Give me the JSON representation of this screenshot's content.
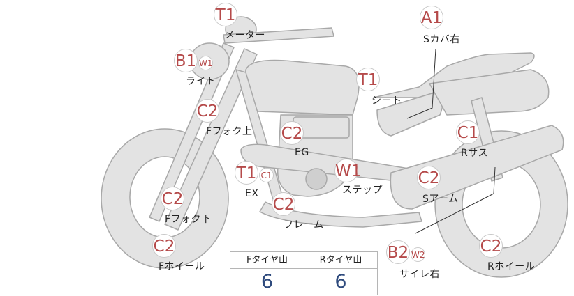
{
  "markers": [
    {
      "id": "meter",
      "rating": "T1",
      "label": "メーター"
    },
    {
      "id": "side-cover-right",
      "rating": "A1",
      "label": "Sカバ右"
    },
    {
      "id": "light",
      "rating": "B1",
      "sub": "W1",
      "label": "ライト"
    },
    {
      "id": "seat",
      "rating": "T1",
      "label": "シート"
    },
    {
      "id": "front-fork-upper",
      "rating": "C2",
      "label": "Fフォク上"
    },
    {
      "id": "engine",
      "rating": "C2",
      "label": "EG"
    },
    {
      "id": "rear-suspension",
      "rating": "C1",
      "label": "Rサス"
    },
    {
      "id": "exhaust",
      "rating": "T1",
      "sub": "C1",
      "label": "EX"
    },
    {
      "id": "step",
      "rating": "W1",
      "label": "ステップ"
    },
    {
      "id": "swing-arm",
      "rating": "C2",
      "label": "Sアーム"
    },
    {
      "id": "front-fork-lower",
      "rating": "C2",
      "label": "Fフォク下"
    },
    {
      "id": "frame",
      "rating": "C2",
      "label": "フレーム"
    },
    {
      "id": "mirror-right",
      "rating": "B2",
      "sub": "W2",
      "label": "サイレ右"
    },
    {
      "id": "front-wheel",
      "rating": "C2",
      "label": "Fホイール"
    },
    {
      "id": "rear-wheel",
      "rating": "C2",
      "label": "Rホイール"
    }
  ],
  "tread_table": {
    "headers": [
      "Fタイヤ山",
      "Rタイヤ山"
    ],
    "values": [
      "6",
      "6"
    ]
  },
  "colors": {
    "rating_text": "#b54a4a",
    "value_text": "#2e4a7d",
    "bike_fill": "#e3e3e3",
    "bike_stroke": "#a8a8a8"
  }
}
